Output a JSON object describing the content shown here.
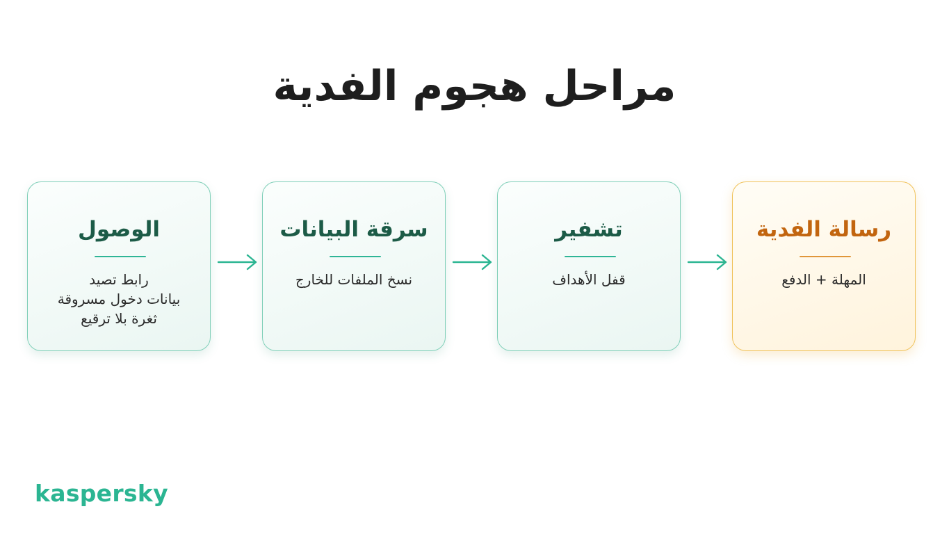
{
  "title": "مراحل هجوم الفدية",
  "stages": [
    {
      "title": "الوصول",
      "lines": [
        "رابط تصيد",
        "بيانات دخول مسروقة",
        "ثغرة بلا ترقيع"
      ]
    },
    {
      "title": "سرقة البيانات",
      "lines": [
        "نسخ الملفات للخارج"
      ]
    },
    {
      "title": "تشفير",
      "lines": [
        "قفل الأهداف"
      ]
    },
    {
      "title": "رسالة الفدية",
      "lines": [
        "المهلة + الدفع"
      ]
    }
  ],
  "brand": {
    "name": "kaspersky"
  },
  "colors": {
    "accent": "#2bb592",
    "stage_title": "#1c5b47",
    "ransom_title": "#c2650f",
    "ransom_border": "#f0c25a",
    "stage_border": "#7fcfb8"
  }
}
